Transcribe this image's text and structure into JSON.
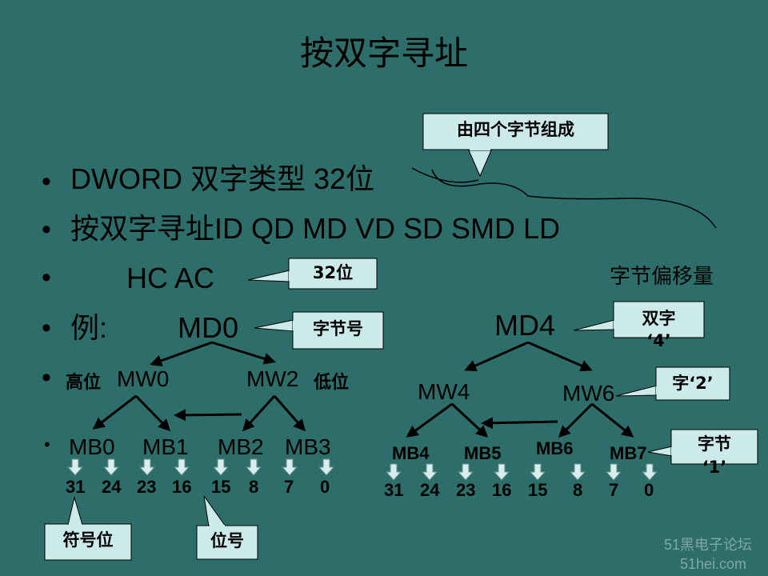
{
  "title": "按双字寻址",
  "bullets": [
    "DWORD  双字类型 32位",
    "按双字寻址ID  QD  MD VD SD  SMD  LD",
    "HC  AC",
    "例:",
    ""
  ],
  "callouts": {
    "bytes_composed": "由四个字节组成",
    "bits32": "32位",
    "byte_number": "字节号",
    "dword4_line1": "双字",
    "dword4_line2": "‘4’",
    "word2": "字‘2’",
    "byte1_line1": "字节",
    "byte1_line2": "‘1’",
    "sign_bit": "符号位",
    "bit_number": "位号"
  },
  "labels": {
    "byte_offset": "字节偏移量",
    "high": "高位",
    "low": "低位"
  },
  "left_tree": {
    "root": "MD0",
    "words": [
      "MW0",
      "MW2"
    ],
    "bytes": [
      "MB0",
      "MB1",
      "MB2",
      "MB3"
    ],
    "bits": [
      "31",
      "24",
      "23",
      "16",
      "15",
      "8",
      "7",
      "0"
    ]
  },
  "right_tree": {
    "root": "MD4",
    "words": [
      "MW4",
      "MW6"
    ],
    "bytes": [
      "MB4",
      "MB5",
      "MB6",
      "MB7"
    ],
    "bits": [
      "31",
      "24",
      "23",
      "16",
      "15",
      "8",
      "7",
      "0"
    ]
  },
  "watermark": {
    "line1": "51黑电子论坛",
    "line2": "51hei.com"
  },
  "colors": {
    "background": "#2e6e6a",
    "callout_fill": "#cdeaea",
    "bit_arrow": "#d8eeee"
  }
}
